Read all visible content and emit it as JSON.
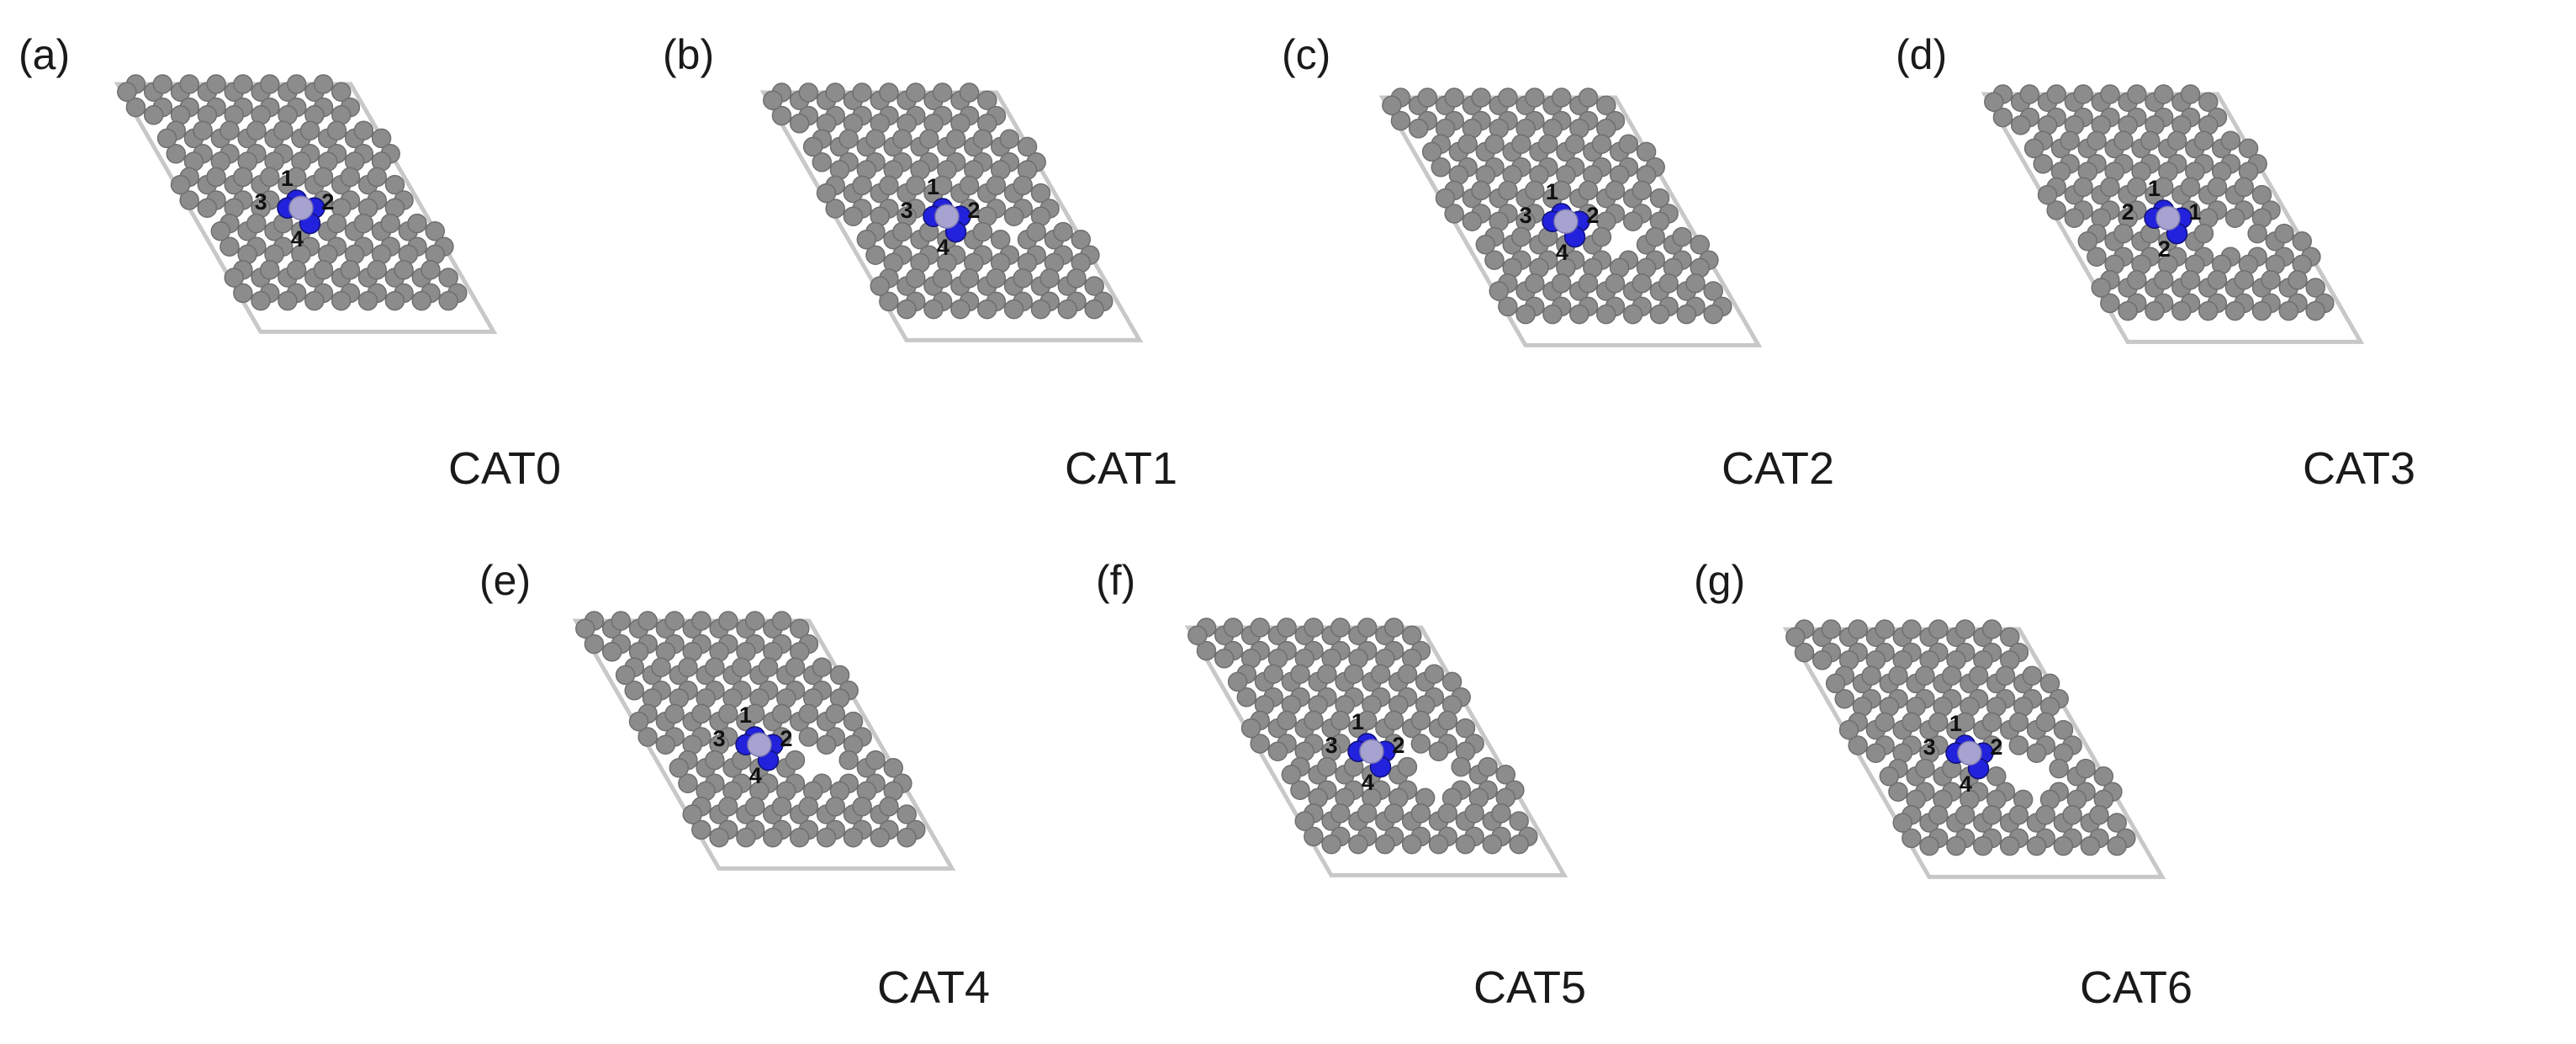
{
  "colors": {
    "carbon_atom": "#8c8c8c",
    "carbon_bond": "#8e8e8e",
    "nitrogen_atom": "#2222dd",
    "metal_atom": "#a7a3d0",
    "cell_border": "#c8c8c8"
  },
  "atoms": {
    "carbon": "C",
    "nitrogen": "N",
    "metal": "M"
  },
  "panels": [
    {
      "letter": "(a)",
      "caption": "CAT0",
      "n_labels": [
        "1",
        "2",
        "3",
        "4"
      ],
      "defects": 0
    },
    {
      "letter": "(b)",
      "caption": "CAT1",
      "n_labels": [
        "1",
        "2",
        "3",
        "4"
      ],
      "defects": 1
    },
    {
      "letter": "(c)",
      "caption": "CAT2",
      "n_labels": [
        "1",
        "2",
        "3",
        "4"
      ],
      "defects": 2
    },
    {
      "letter": "(d)",
      "caption": "CAT3",
      "n_labels": [
        "1",
        "1",
        "2",
        "2"
      ],
      "defects": 3
    },
    {
      "letter": "(e)",
      "caption": "CAT4",
      "n_labels": [
        "1",
        "2",
        "3",
        "4"
      ],
      "defects": 4
    },
    {
      "letter": "(f)",
      "caption": "CAT5",
      "n_labels": [
        "1",
        "2",
        "3",
        "4"
      ],
      "defects": 5
    },
    {
      "letter": "(g)",
      "caption": "CAT6",
      "n_labels": [
        "1",
        "2",
        "3",
        "4"
      ],
      "defects": 6
    }
  ]
}
